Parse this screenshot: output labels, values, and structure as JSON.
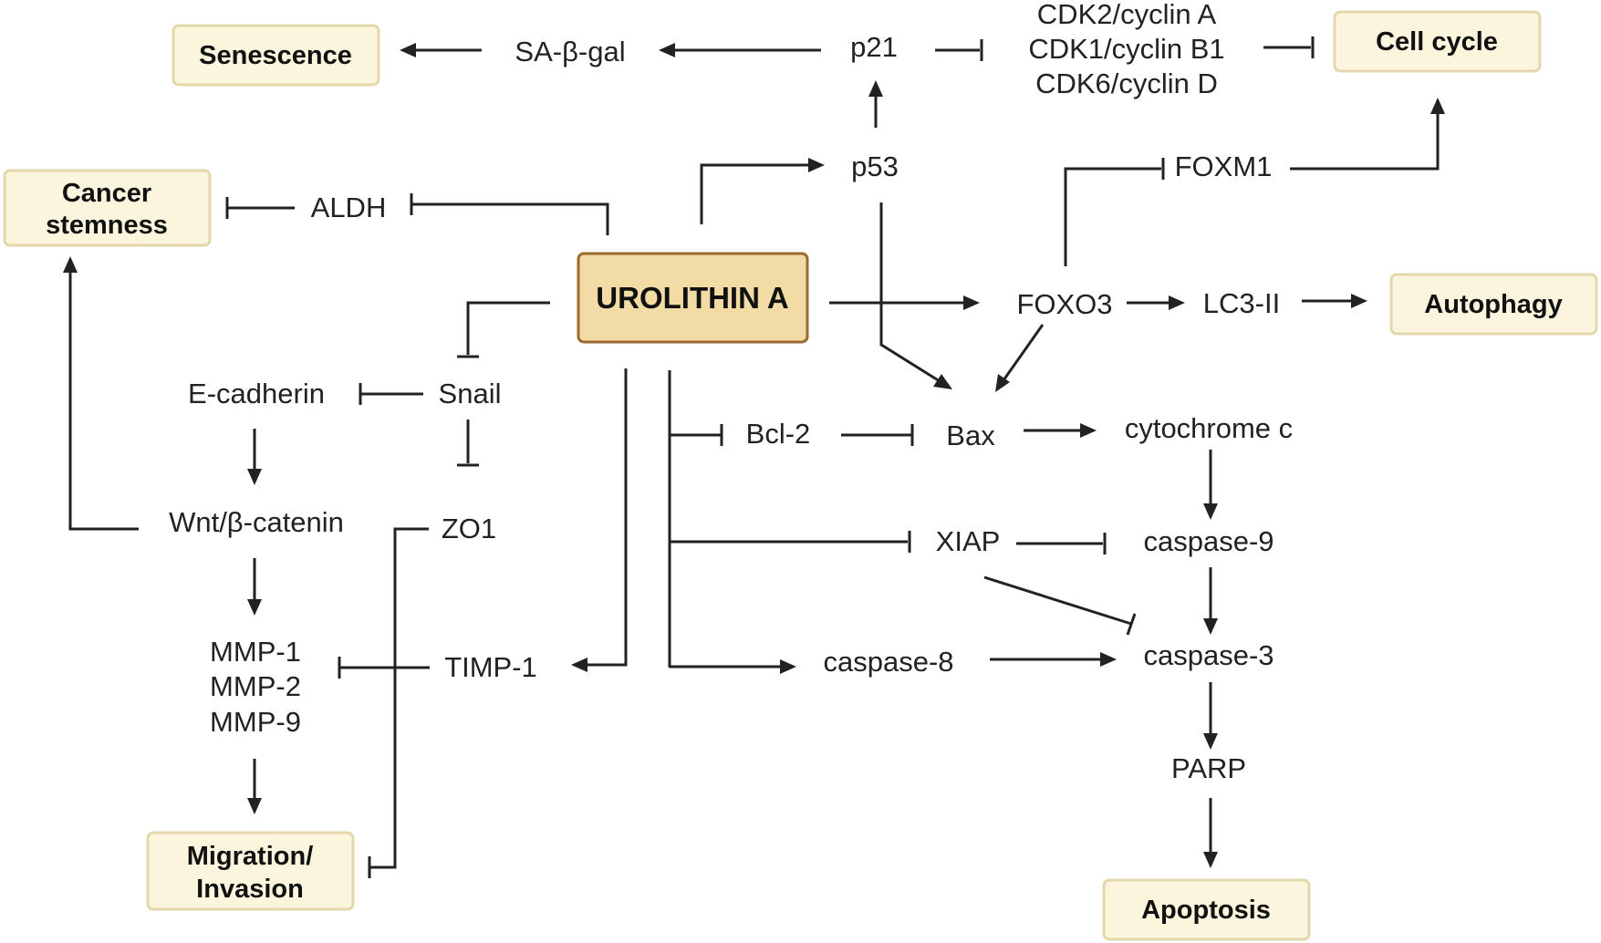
{
  "center": "UROLITHIN A",
  "outcomes": {
    "senescence": [
      "Senescence"
    ],
    "cell_cycle": [
      "Cell cycle"
    ],
    "cancer_stemness": [
      "Cancer",
      "stemness"
    ],
    "autophagy": [
      "Autophagy"
    ],
    "migration_invasion": [
      "Migration/",
      "Invasion"
    ],
    "apoptosis": [
      "Apoptosis"
    ]
  },
  "nodes": {
    "sa_b_gal": "SA-β-gal",
    "p21": "p21",
    "cdk2": "CDK2/cyclin A",
    "cdk1": "CDK1/cyclin B1",
    "cdk6": "CDK6/cyclin D",
    "p53": "p53",
    "foxm1": "FOXM1",
    "aldh": "ALDH",
    "foxo3": "FOXO3",
    "lc3": "LC3-II",
    "e_cadherin": "E-cadherin",
    "snail": "Snail",
    "bcl2": "Bcl-2",
    "bax": "Bax",
    "cytochrome_c": "cytochrome c",
    "wnt": "Wnt/β-catenin",
    "zo1": "ZO1",
    "xiap": "XIAP",
    "caspase9": "caspase-9",
    "mmp1": "MMP-1",
    "mmp2": "MMP-2",
    "mmp9": "MMP-9",
    "timp1": "TIMP-1",
    "caspase8": "caspase-8",
    "caspase3": "caspase-3",
    "parp": "PARP"
  },
  "edges": [
    {
      "from": "p21",
      "to": "SA-β-gal",
      "type": "activates"
    },
    {
      "from": "SA-β-gal",
      "to": "Senescence",
      "type": "activates"
    },
    {
      "from": "p21",
      "to": "CDK2/cyclin A, CDK1/cyclin B1, CDK6/cyclin D",
      "type": "inhibits"
    },
    {
      "from": "CDK2/cyclin A, CDK1/cyclin B1, CDK6/cyclin D",
      "to": "Cell cycle",
      "type": "inhibits"
    },
    {
      "from": "p53",
      "to": "p21",
      "type": "activates"
    },
    {
      "from": "UROLITHIN A",
      "to": "p53",
      "type": "activates"
    },
    {
      "from": "UROLITHIN A",
      "to": "ALDH",
      "type": "inhibits"
    },
    {
      "from": "ALDH",
      "to": "Cancer stemness",
      "type": "inhibits"
    },
    {
      "from": "FOXO3",
      "to": "FOXM1",
      "type": "inhibits"
    },
    {
      "from": "FOXM1",
      "to": "Cell cycle",
      "type": "activates"
    },
    {
      "from": "UROLITHIN A",
      "to": "FOXO3",
      "type": "activates"
    },
    {
      "from": "FOXO3",
      "to": "LC3-II",
      "type": "activates"
    },
    {
      "from": "LC3-II",
      "to": "Autophagy",
      "type": "activates"
    },
    {
      "from": "p53",
      "to": "Bax",
      "type": "activates"
    },
    {
      "from": "FOXO3",
      "to": "Bax",
      "type": "activates"
    },
    {
      "from": "UROLITHIN A",
      "to": "Snail",
      "type": "inhibits"
    },
    {
      "from": "Snail",
      "to": "E-cadherin",
      "type": "inhibits"
    },
    {
      "from": "Snail",
      "to": "ZO1",
      "type": "inhibits"
    },
    {
      "from": "E-cadherin",
      "to": "Wnt/β-catenin",
      "type": "activates"
    },
    {
      "from": "Wnt/β-catenin",
      "to": "Cancer stemness",
      "type": "activates"
    },
    {
      "from": "Wnt/β-catenin",
      "to": "MMP-1, MMP-2, MMP-9",
      "type": "activates"
    },
    {
      "from": "MMP-1, MMP-2, MMP-9",
      "to": "Migration/Invasion",
      "type": "activates"
    },
    {
      "from": "TIMP-1",
      "to": "MMP-1, MMP-2, MMP-9",
      "type": "inhibits"
    },
    {
      "from": "ZO1",
      "to": "Migration/Invasion",
      "type": "inhibits"
    },
    {
      "from": "UROLITHIN A",
      "to": "TIMP-1",
      "type": "activates"
    },
    {
      "from": "UROLITHIN A",
      "to": "Bcl-2",
      "type": "inhibits"
    },
    {
      "from": "Bcl-2",
      "to": "Bax",
      "type": "inhibits"
    },
    {
      "from": "Bax",
      "to": "cytochrome c",
      "type": "activates"
    },
    {
      "from": "cytochrome c",
      "to": "caspase-9",
      "type": "activates"
    },
    {
      "from": "UROLITHIN A",
      "to": "XIAP",
      "type": "inhibits"
    },
    {
      "from": "XIAP",
      "to": "caspase-9",
      "type": "inhibits"
    },
    {
      "from": "XIAP",
      "to": "caspase-3",
      "type": "inhibits"
    },
    {
      "from": "caspase-9",
      "to": "caspase-3",
      "type": "activates"
    },
    {
      "from": "UROLITHIN A",
      "to": "caspase-8",
      "type": "activates"
    },
    {
      "from": "caspase-8",
      "to": "caspase-3",
      "type": "activates"
    },
    {
      "from": "caspase-3",
      "to": "PARP",
      "type": "activates"
    },
    {
      "from": "PARP",
      "to": "Apoptosis",
      "type": "activates"
    }
  ]
}
